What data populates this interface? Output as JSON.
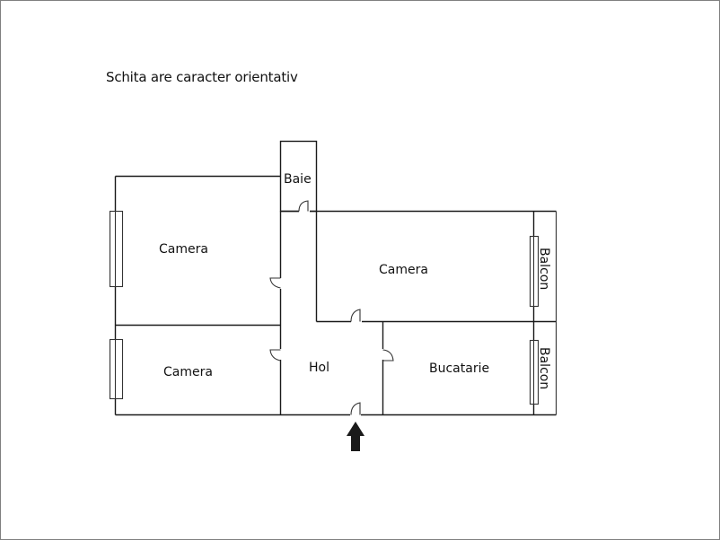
{
  "diagram": {
    "title": "Schita are caracter orientativ",
    "rooms": [
      {
        "id": "baie",
        "label": "Baie"
      },
      {
        "id": "camera-left-top",
        "label": "Camera"
      },
      {
        "id": "camera-right-top",
        "label": "Camera"
      },
      {
        "id": "camera-left-bottom",
        "label": "Camera"
      },
      {
        "id": "hol",
        "label": "Hol"
      },
      {
        "id": "bucatarie",
        "label": "Bucatarie"
      },
      {
        "id": "balcon-top",
        "label": "Balcon"
      },
      {
        "id": "balcon-bottom",
        "label": "Balcon"
      }
    ],
    "entrance_icon": "arrow-up-icon",
    "colors": {
      "line": "#1a1a1a",
      "frame": "#808080",
      "arrow": "#1a1a1a"
    }
  }
}
